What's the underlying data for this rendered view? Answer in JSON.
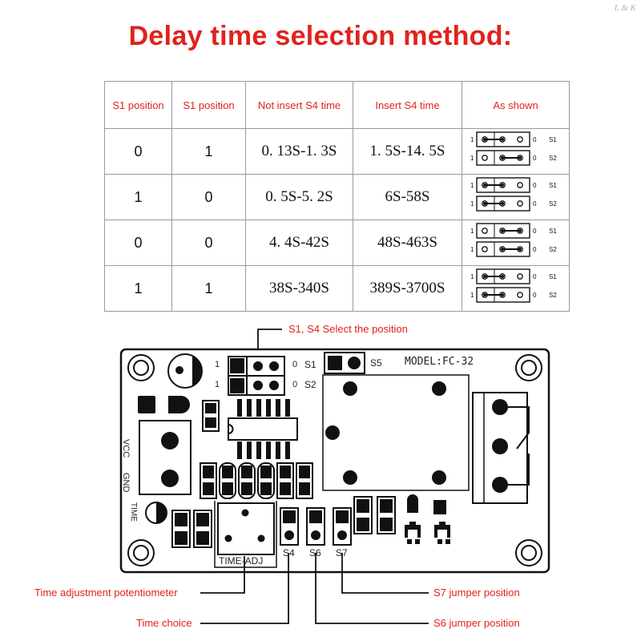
{
  "title": "Delay time selection method:",
  "watermark": "L & K",
  "table": {
    "headers": [
      "S1 position",
      "S1 position",
      "Not insert S4 time",
      "Insert S4 time",
      "As shown"
    ],
    "rows": [
      {
        "s1": "0",
        "s2": "1",
        "not_insert": "0. 13S-1. 3S",
        "insert": "1. 5S-14. 5S",
        "jumper_s1": "1-0",
        "jumper_s2": "0"
      },
      {
        "s1": "1",
        "s2": "0",
        "not_insert": "0. 5S-5. 2S",
        "insert": "6S-58S",
        "jumper_s1": "1",
        "jumper_s2": "1-0"
      },
      {
        "s1": "0",
        "s2": "0",
        "not_insert": "4. 4S-42S",
        "insert": "48S-463S",
        "jumper_s1": "0",
        "jumper_s2": "0"
      },
      {
        "s1": "1",
        "s2": "1",
        "not_insert": "38S-340S",
        "insert": "389S-3700S",
        "jumper_s1": "1",
        "jumper_s2": "1"
      }
    ],
    "mini_labels": {
      "one": "1",
      "zero": "0",
      "s1": "S1",
      "s2": "S2"
    }
  },
  "board": {
    "model": "MODEL:FC-32",
    "jumper_one": "1",
    "jumper_zero": "0",
    "s1": "S1",
    "s2": "S2",
    "s5": "S5",
    "s4": "S4",
    "s6": "S6",
    "s7": "S7",
    "vcc": "VCC",
    "gnd": "GND",
    "time": "TIME",
    "time_adj": "TIME-ADJ"
  },
  "callouts": {
    "select": "S1, S4 Select the position",
    "pot": "Time adjustment potentiometer",
    "time_choice": "Time choice",
    "s7": "S7 jumper position",
    "s6": "S6 jumper position"
  },
  "colors": {
    "accent": "#e0231c",
    "ink": "#111111",
    "grid": "#9a9a9a"
  }
}
